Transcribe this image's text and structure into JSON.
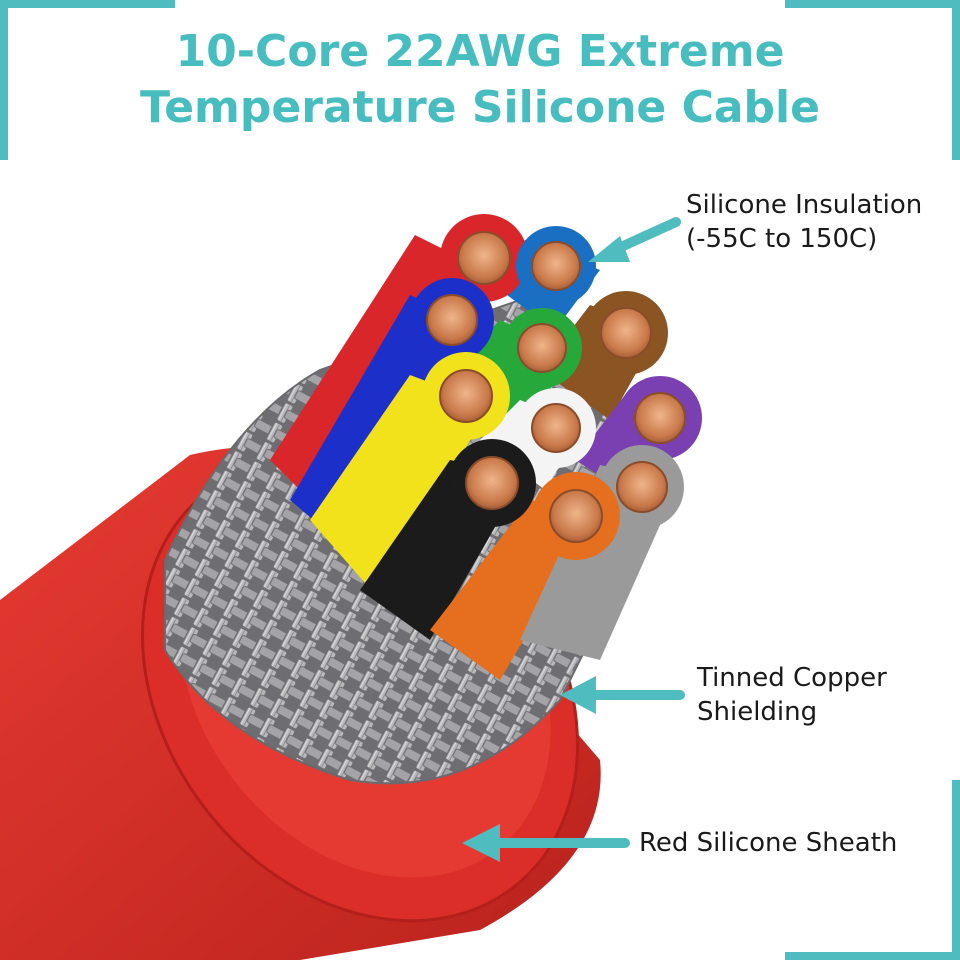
{
  "title": {
    "line1": "10-Core 22AWG Extreme",
    "line2": "Temperature Silicone Cable"
  },
  "callouts": {
    "insulation": {
      "line1": "Silicone Insulation",
      "line2": "(-55C to 150C)"
    },
    "shielding": {
      "line1": "Tinned Copper",
      "line2": "Shielding"
    },
    "sheath": {
      "line1": "Red Silicone Sheath"
    }
  },
  "colors": {
    "accent": "#47bdc0",
    "sheath": "#d8302a",
    "braid": "#a8a8aa",
    "copper": "#c97a4a",
    "cores": [
      "#d8262a",
      "#1a6fc2",
      "#1c2fc9",
      "#27a83b",
      "#8a5423",
      "#f2e21b",
      "#f4f4f4",
      "#7a3fb0",
      "#1b1b1b",
      "#e56f1e",
      "#9a9a9a"
    ]
  }
}
